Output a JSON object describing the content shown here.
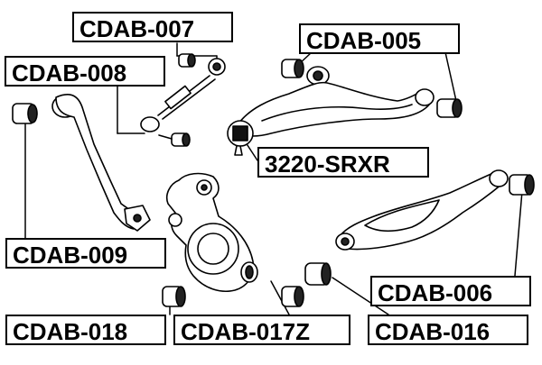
{
  "labels": {
    "cdab_007": "CDAB-007",
    "cdab_005": "CDAB-005",
    "cdab_008": "CDAB-008",
    "srxr": "3220-SRXR",
    "cdab_009": "CDAB-009",
    "cdab_006": "CDAB-006",
    "cdab_018": "CDAB-018",
    "cdab_017z": "CDAB-017Z",
    "cdab_016": "CDAB-016"
  },
  "colors": {
    "line": "#000000",
    "fill": "#ffffff",
    "bushing": "#222222"
  }
}
